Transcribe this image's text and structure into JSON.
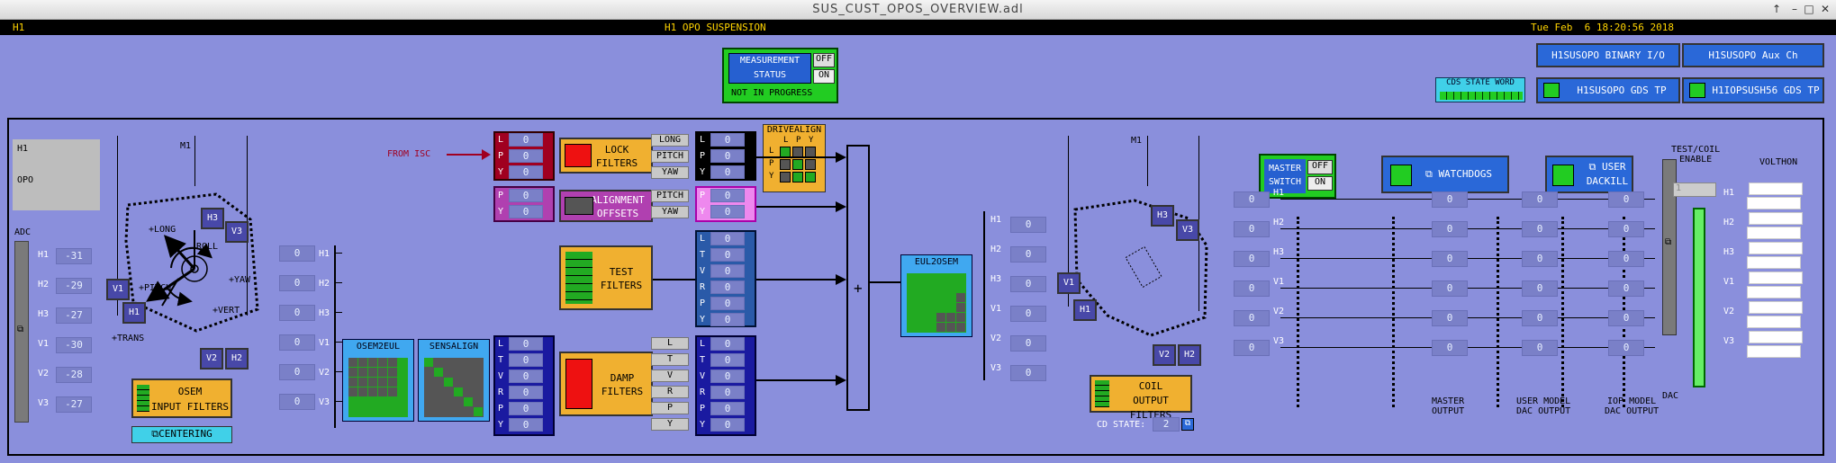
{
  "window": {
    "title": "SUS_CUST_OPOS_OVERVIEW.adl"
  },
  "header": {
    "left": "H1",
    "center": "H1 OPO SUSPENSION",
    "datetime": "Tue Feb  6 18:20:56 2018"
  },
  "measurement": {
    "line1": "MEASUREMENT",
    "line2": "STATUS",
    "off": "OFF",
    "on": "ON",
    "status": "NOT IN PROGRESS"
  },
  "top_buttons": {
    "binary": "H1SUSOPO BINARY I/O",
    "aux": "H1SUSOPO Aux Ch",
    "gds": "H1SUSOPO GDS TP",
    "opsush56": "H1IOPSUSH56 GDS TP",
    "cds": "CDS STATE WORD"
  },
  "site": {
    "h1": "H1",
    "opo": "OPO",
    "m1": "M1",
    "m1b": "M1"
  },
  "adc": {
    "label": "ADC",
    "rows": [
      "H1",
      "H2",
      "H3",
      "V1",
      "V2",
      "V3"
    ],
    "values": [
      "-31",
      "-29",
      "-27",
      "-30",
      "-28",
      "-27"
    ]
  },
  "osem_in": {
    "rows": [
      "H1",
      "H2",
      "H3",
      "V1",
      "V2",
      "V3"
    ],
    "values": [
      "0",
      "0",
      "0",
      "0",
      "0",
      "0"
    ]
  },
  "osem_labels": {
    "h3": "H3",
    "v3": "V3",
    "v1": "V1",
    "h1": "H1",
    "v2": "V2",
    "h2": "H2",
    "long": "+LONG",
    "roll": "ROLL",
    "pitch": "+PITCH",
    "yaw": "+YAW",
    "vert": "+VERT",
    "trans": "+TRANS"
  },
  "osem_filters": {
    "line1": "OSEM",
    "line2": "INPUT FILTERS",
    "centering": "CENTERING"
  },
  "mats": {
    "osem2eul": "OSEM2EUL",
    "sensalign": "SENSALIGN",
    "eul2osem": "EUL2OSEM",
    "drivealign": "DRIVEALIGN",
    "da_cols": [
      "L",
      "P",
      "Y"
    ],
    "da_rows": [
      "L",
      "P",
      "Y"
    ]
  },
  "from_isc": "FROM ISC",
  "lock": {
    "rows": [
      "L",
      "P",
      "Y"
    ],
    "values": [
      "0",
      "0",
      "0"
    ],
    "label1": "LOCK",
    "label2": "FILTERS",
    "gbtns": [
      "LONG",
      "PITCH",
      "YAW"
    ],
    "out": [
      "0",
      "0",
      "0"
    ]
  },
  "align": {
    "rows": [
      "P",
      "Y"
    ],
    "values": [
      "0",
      "0"
    ],
    "label1": "ALIGNMENT",
    "label2": "OFFSETS",
    "gbtns": [
      "PITCH",
      "YAW"
    ],
    "out": [
      "0",
      "0"
    ]
  },
  "test": {
    "label1": "TEST",
    "label2": "FILTERS",
    "rows": [
      "L",
      "T",
      "V",
      "R",
      "P",
      "Y"
    ],
    "values": [
      "0",
      "0",
      "0",
      "0",
      "0",
      "0"
    ]
  },
  "damp": {
    "rows": [
      "L",
      "T",
      "V",
      "R",
      "P",
      "Y"
    ],
    "values": [
      "0",
      "0",
      "0",
      "0",
      "0",
      "0"
    ],
    "label1": "DAMP",
    "label2": "FILTERS",
    "gbtns": [
      "L",
      "T",
      "V",
      "R",
      "P",
      "Y"
    ],
    "out": [
      "0",
      "0",
      "0",
      "0",
      "0",
      "0"
    ]
  },
  "eul_in": {
    "values": [
      "0",
      "0",
      "0",
      "0",
      "0",
      "0"
    ]
  },
  "osem_out": {
    "rows": [
      "H1",
      "H2",
      "H3",
      "V1",
      "V2",
      "V3"
    ],
    "values": [
      "0",
      "0",
      "0",
      "0",
      "0",
      "0"
    ]
  },
  "coil": {
    "line1": "COIL",
    "line2": "OUTPUT FILTERS",
    "cd_label": "CD STATE:",
    "cd_value": "2"
  },
  "master": {
    "line1": "MASTER",
    "line2": "SWITCH",
    "off": "OFF",
    "on": "ON",
    "output1": "MASTER",
    "output2": "OUTPUT"
  },
  "watchdogs": "WATCHDOGS",
  "dackill": {
    "line1": "USER",
    "line2": "DACKILL"
  },
  "outcols": {
    "rows": [
      "H1",
      "H2",
      "H3",
      "V1",
      "V2",
      "V3"
    ],
    "pre": [
      "0",
      "0",
      "0",
      "0",
      "0",
      "0"
    ],
    "master": [
      "0",
      "0",
      "0",
      "0",
      "0",
      "0"
    ],
    "user": [
      "0",
      "0",
      "0",
      "0",
      "0",
      "0"
    ],
    "iop": [
      "0",
      "0",
      "0",
      "0",
      "0",
      "0"
    ]
  },
  "col_labels": {
    "user1": "USER MODEL",
    "user2": "DAC OUTPUT",
    "iop1": "IOP MODEL",
    "iop2": "DAC OUTPUT",
    "dac": "DAC"
  },
  "testcoil": {
    "line1": "TEST/COIL",
    "line2": "ENABLE",
    "value": "1"
  },
  "volthon": {
    "label": "VOLTHON",
    "rows": [
      "H1",
      "H2",
      "H3",
      "V1",
      "V2",
      "V3"
    ]
  },
  "colors": {
    "bg": "#8a8fdc",
    "orange": "#f0b030",
    "red": "#dd1111",
    "green": "#22cc22",
    "navy": "#1a1aa0"
  }
}
